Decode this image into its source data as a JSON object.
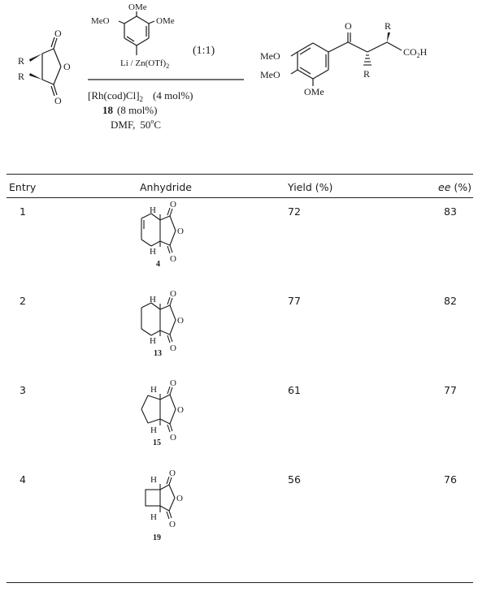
{
  "scheme": {
    "reactant_R_top": "R",
    "reactant_R_bottom": "R",
    "reactant_O_carbonyl_top": "O",
    "reactant_O_ring": "O",
    "reactant_O_carbonyl_bottom": "O",
    "reagent_OMe_top": "OMe",
    "reagent_MeO_left": "MeO",
    "reagent_OMe_right": "OMe",
    "reagent_metal_Li": "Li",
    "reagent_metal_Zn": "Zn(OTf)",
    "reagent_metal_sub": "2",
    "reagent_ratio": "(1:1)",
    "catalyst_main": "[Rh(cod)Cl]",
    "catalyst_sub": "2",
    "catalyst_loading": "(4 mol%)",
    "ligand_number": "18",
    "ligand_loading": "(8 mol%)",
    "conditions_solvent": "DMF,",
    "conditions_temp": "50",
    "conditions_deg": "o",
    "conditions_unit": "C",
    "product_O_carbonyl": "O",
    "product_R_top": "R",
    "product_R_bottom": "R",
    "product_CO2H_main": "CO",
    "product_CO2H_sub": "2",
    "product_CO2H_end": "H",
    "product_MeO_upper": "MeO",
    "product_MeO_lower": "MeO",
    "product_OMe_bottom": "OMe"
  },
  "table": {
    "headers": {
      "entry": "Entry",
      "anhydride": "Anhydride",
      "yield": "Yield (%)",
      "ee_italic": "ee",
      "ee_rest": " (%)"
    },
    "rows": [
      {
        "entry": "1",
        "yield": "72",
        "ee": "83",
        "compound": "4",
        "h_top": "H",
        "h_bottom": "H",
        "o_top": "O",
        "o_ring": "O",
        "o_bottom": "O"
      },
      {
        "entry": "2",
        "yield": "77",
        "ee": "82",
        "compound": "13",
        "h_top": "H",
        "h_bottom": "H",
        "o_top": "O",
        "o_ring": "O",
        "o_bottom": "O"
      },
      {
        "entry": "3",
        "yield": "61",
        "ee": "77",
        "compound": "15",
        "h_top": "H",
        "h_bottom": "H",
        "o_top": "O",
        "o_ring": "O",
        "o_bottom": "O"
      },
      {
        "entry": "4",
        "yield": "56",
        "ee": "76",
        "compound": "19",
        "h_top": "H",
        "h_bottom": "H",
        "o_top": "O",
        "o_ring": "O",
        "o_bottom": "O"
      }
    ]
  }
}
